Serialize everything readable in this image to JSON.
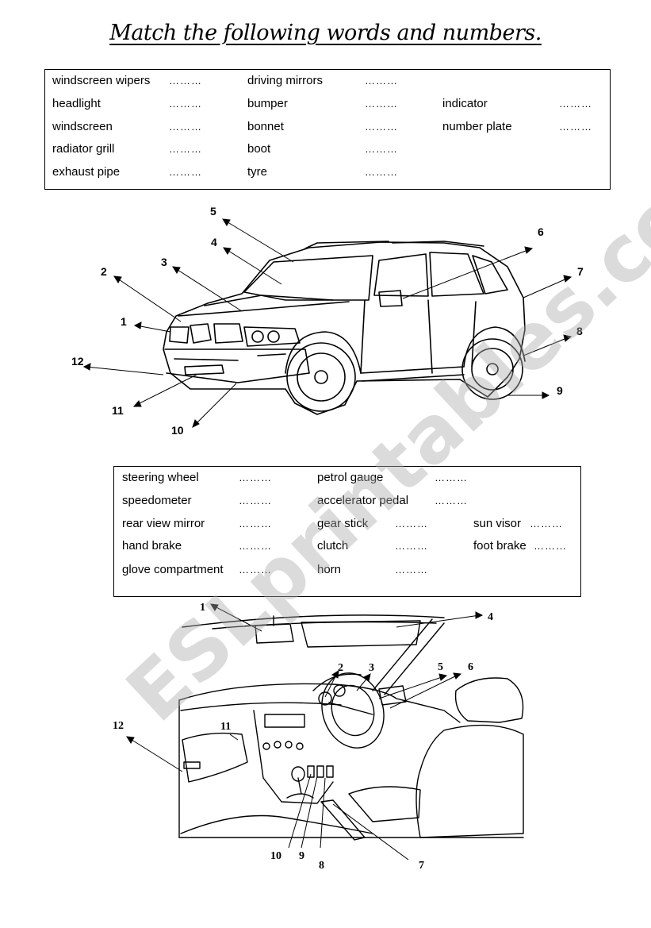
{
  "title": "Match the following words and numbers.",
  "blank": "………",
  "exterior_words": [
    [
      "windscreen wipers",
      "driving mirrors",
      ""
    ],
    [
      "headlight",
      "bumper",
      "indicator"
    ],
    [
      "windscreen",
      "bonnet",
      "number plate"
    ],
    [
      "radiator grill",
      "boot",
      ""
    ],
    [
      "exhaust pipe",
      "tyre",
      ""
    ]
  ],
  "interior_words": [
    [
      "steering wheel",
      "petrol gauge",
      ""
    ],
    [
      "speedometer",
      "accelerator pedal",
      ""
    ],
    [
      "rear view mirror",
      "gear stick",
      "sun visor"
    ],
    [
      "hand brake",
      "clutch",
      "foot brake"
    ],
    [
      "glove compartment",
      "horn",
      ""
    ]
  ],
  "car_numbers": [
    "1",
    "2",
    "3",
    "4",
    "5",
    "6",
    "7",
    "8",
    "9",
    "10",
    "11",
    "12"
  ],
  "interior_numbers": [
    "1",
    "2",
    "3",
    "4",
    "5",
    "6",
    "7",
    "8",
    "9",
    "10",
    "11",
    "12"
  ],
  "watermark": "ESLprintables.com"
}
